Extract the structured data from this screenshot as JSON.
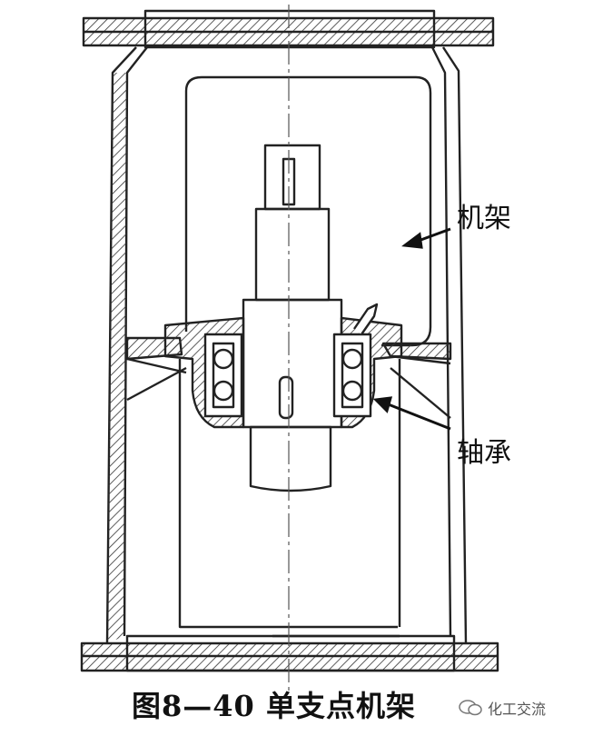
{
  "labels": {
    "frame": "机架",
    "bearing": "轴承"
  },
  "caption": "图8—40 单支点机架",
  "watermark": {
    "text": "化工交流",
    "icon": "chat-bubbles-icon"
  },
  "colors": {
    "line": "#222222",
    "hatch": "#333333",
    "background": "#ffffff"
  }
}
